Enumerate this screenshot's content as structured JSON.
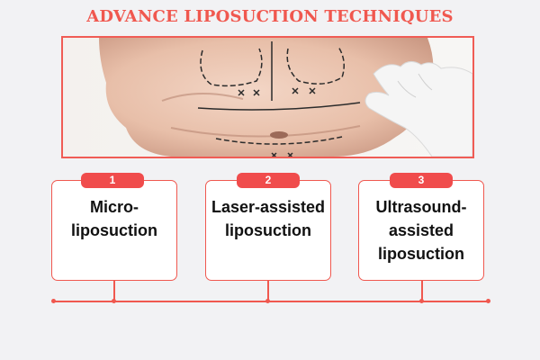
{
  "title": "ADVANCE LIPOSUCTION TECHNIQUES",
  "photo": {
    "icon": "liposuction-markings-photo"
  },
  "techniques": [
    {
      "number": "1",
      "label": "Micro-\nliposuction"
    },
    {
      "number": "2",
      "label": "Laser-assisted\nliposuction"
    },
    {
      "number": "3",
      "label": "Ultrasound-\nassisted\nliposuction"
    }
  ],
  "colors": {
    "accent": "#f0584f",
    "badge": "#f04c4c",
    "background": "#f2f2f4",
    "card": "#ffffff",
    "text": "#111111"
  }
}
